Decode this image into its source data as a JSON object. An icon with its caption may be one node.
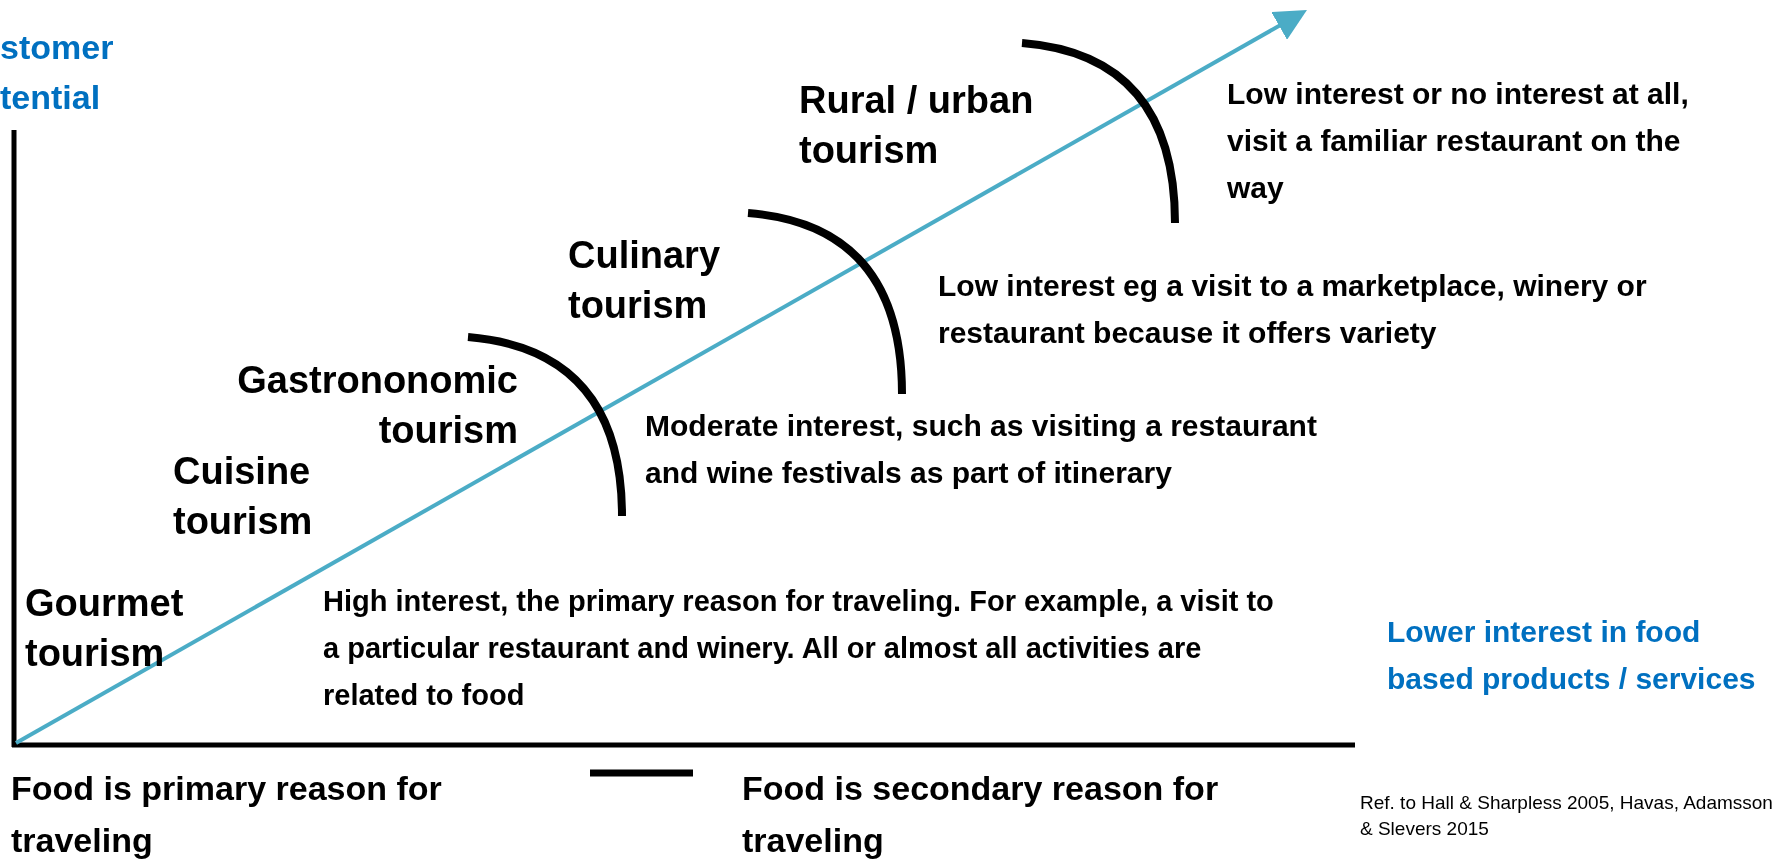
{
  "diagram": {
    "labels": [
      "stomer tential",
      "Rural / urban tourism",
      "Low interest or no interest at all, visit a familiar restaurant on the way",
      "Culinary tourism",
      "Low interest eg a visit to a marketplace, winery or restaurant because it offers variety",
      "Gastrononomic tourism",
      "Moderate interest, such as visiting a restaurant and wine festivals as part of itinerary",
      "Cuisine tourism",
      "Gourmet tourism",
      "High interest, the primary reason for traveling. For example, a visit to a particular restaurant and winery. All or almost all activities are related to food",
      "Lower interest in food based products / services",
      "Food is primary reason for traveling",
      "Food is secondary reason for traveling",
      "Ref. to Hall & Sharpless 2005, Havas, Adamsson & Slevers 2015"
    ]
  }
}
